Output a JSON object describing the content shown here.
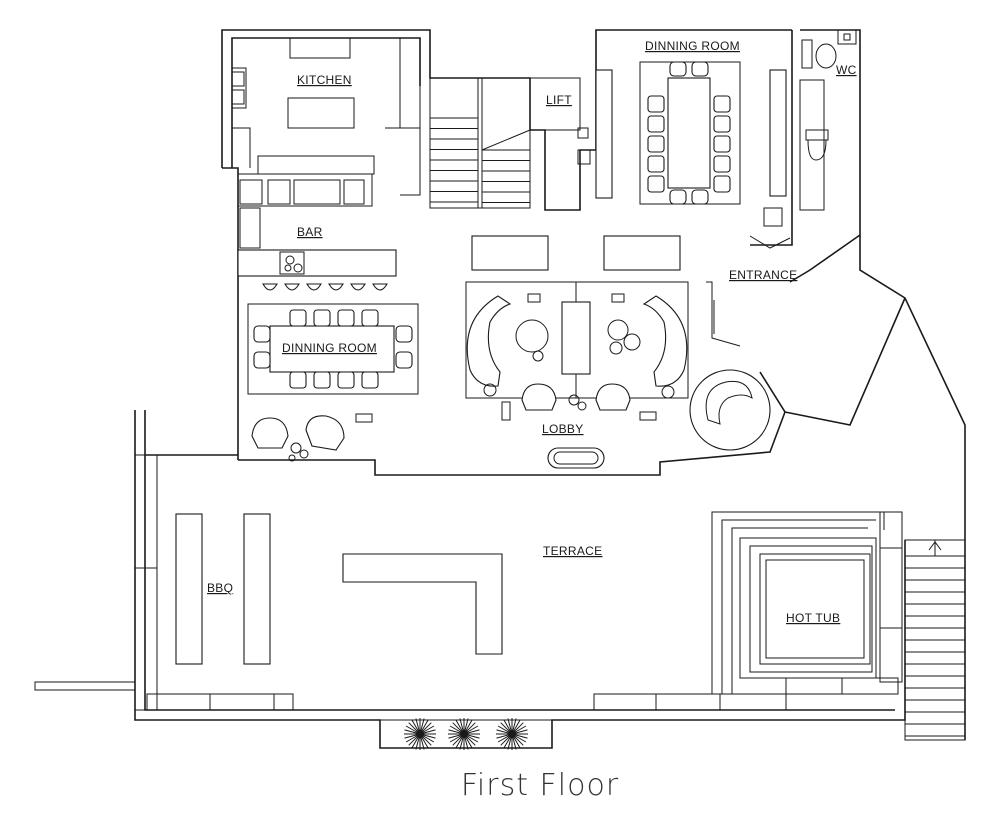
{
  "rooms": {
    "kitchen": "KITCHEN",
    "lift": "LIFT",
    "dining_room_top": "DINNING  ROOM",
    "wc": "WC",
    "bar": "BAR",
    "entrance": "ENTRANCE",
    "dining_room_left": "DINNING  ROOM",
    "lobby": "LOBBY",
    "terrace": "TERRACE",
    "bbq": "BBQ",
    "hot_tub": "HOT  TUB"
  },
  "caption": "First Floor"
}
